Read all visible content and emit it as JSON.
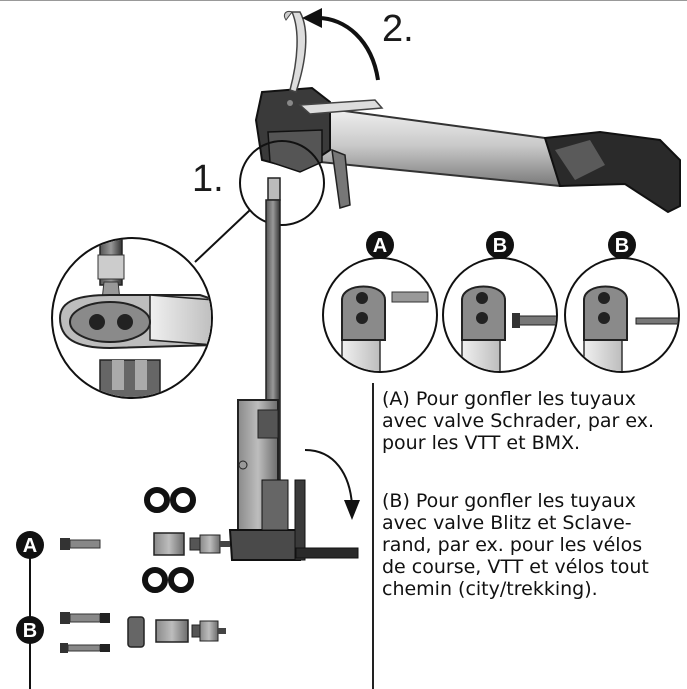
{
  "steps": {
    "one": "1.",
    "two": "2."
  },
  "badges": {
    "a": "A",
    "b": "B"
  },
  "descriptions": {
    "a_lines": [
      "(A) Pour gonfler les tuyaux",
      "avec valve Schrader, par ex.",
      "pour les VTT  et BMX."
    ],
    "b_lines": [
      "(B) Pour gonfler les tuyaux",
      "avec valve Blitz et Sclave-",
      "rand, par ex. pour les vélos",
      "de course, VTT et vélos tout",
      "chemin (city/trekking)."
    ]
  }
}
